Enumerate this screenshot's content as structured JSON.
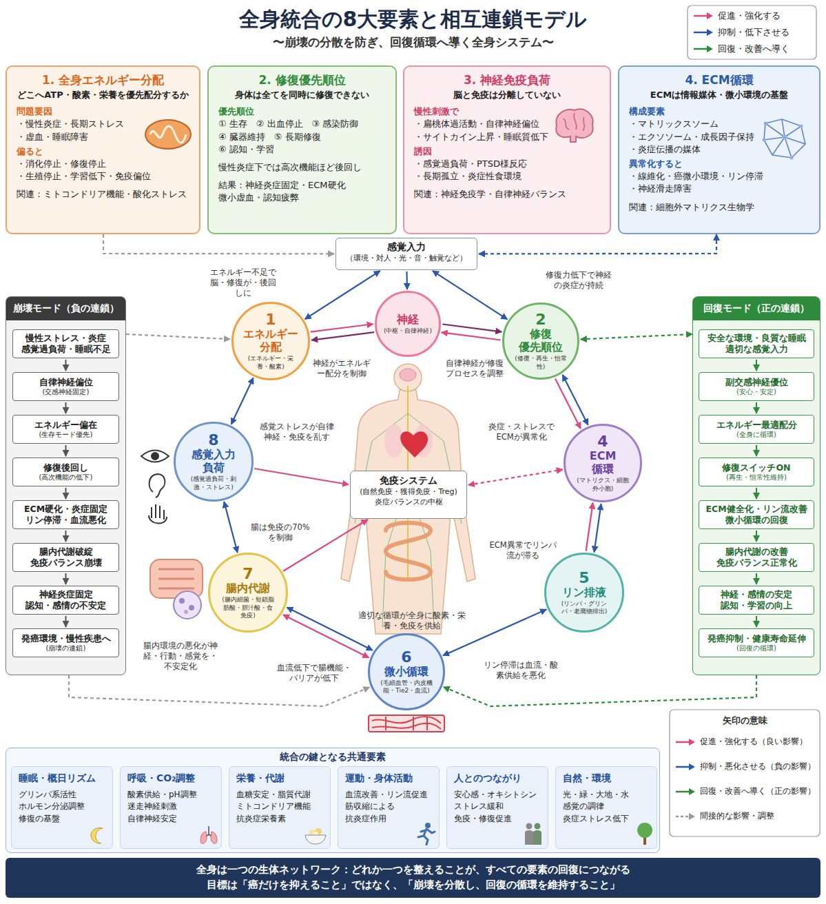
{
  "diagram": {
    "title": "全身統合の8大要素と相互連鎖モデル",
    "caption": "〜崩壊の分散を防ぎ、回復循環へ導く全身システム〜",
    "nodes": [
      {
        "text": [
          "1. 全身エネルギー分配",
          "どこへATP・酸素・栄養を優先配分するか",
          "問題要因",
          "・慢性炎症・長期ストレス",
          "・虚血・睡眠障害",
          "偏ると",
          "・消化停止・修復停止",
          "・生殖停止・学習低下・免疫偏位",
          "関連：ミトコンドリア機能・酸化ストレス"
        ]
      },
      {
        "text": [
          "2. 修復優先順位",
          "身体は全てを同時に修復できない",
          "優先順位",
          "① 生存　② 出血停止　③ 感染防御",
          "④ 臓器維持　⑤ 長期修復",
          "⑥ 認知・学習",
          "慢性炎症下では高次機能ほど後回し",
          "結果：神経炎症固定・ECM硬化 微小虚血・認知疲弊"
        ]
      },
      {
        "text": [
          "3. 神経免疫負荷",
          "脳と免疫は分離していない",
          "慢性刺激で",
          "・扁桃体過活動・自律神経偏位",
          "・サイトカイン上昇・睡眠質低下",
          "誘因",
          "・感覚過負荷・PTSD様反応",
          "・長期孤立・炎症性食環境",
          "関連：神経免疫学・自律神経バランス"
        ]
      },
      {
        "text": [
          "4. ECM循環",
          "ECMは情報媒体・微小環境の基盤",
          "構成要素",
          "・マトリックスソーム",
          "・エクソソーム・成長因子保持",
          "・炎症伝播の媒体",
          "異常化すると",
          "・線維化・癌微小環境・リン停滞",
          "・神経滑走障害",
          "関連：細胞外マトリクス生物学"
        ]
      },
      {
        "text": [
          "感覚入力",
          "（環境・対人・光・音・触覚など）"
        ]
      },
      {
        "text": [
          "1",
          "エネルギー 分配",
          "(エネルギー・栄養・酸素)"
        ]
      },
      {
        "text": [
          "神経",
          "(中枢・自律神経)"
        ]
      },
      {
        "text": [
          "2",
          "修復 優先順位",
          "(修復・再生・恒常性)"
        ]
      },
      {
        "text": [
          "8",
          "感覚入力 負荷",
          "(感覚過負荷・刺激・ストレス)"
        ]
      },
      {
        "text": [
          "免疫システム",
          "(自然免疫・獲得免疫・Treg)",
          "炎症バランスの中枢"
        ]
      },
      {
        "text": [
          "4",
          "ECM 循環",
          "(マトリクス・細胞外小胞)"
        ]
      },
      {
        "text": [
          "7",
          "腸内代謝",
          "(腸内細菌・短鎖脂肪酸・胆汁酸・食免疫)"
        ]
      },
      {
        "text": [
          "5",
          "リン排液",
          "(リンパ・グリンパ・老廃物排出)"
        ]
      },
      {
        "text": [
          "6",
          "微小循環",
          "(毛細血管・内皮機能・Tie2・血流)"
        ]
      },
      {
        "text": [
          "崩壊モード（負の連鎖）"
        ]
      },
      {
        "text": [
          "慢性ストレス・炎症 感覚過負荷・睡眠不足"
        ],
        "in": 14
      },
      {
        "text": [
          "自律神経偏位",
          "(交感神経固定)"
        ],
        "in": 14
      },
      {
        "text": [
          "エネルギー偏在",
          "(生存モード優先)"
        ],
        "in": 14
      },
      {
        "text": [
          "修復後回し",
          "(高次機能の低下)"
        ],
        "in": 14
      },
      {
        "text": [
          "ECM硬化・炎症固定 リン停滞・血流悪化"
        ],
        "in": 14
      },
      {
        "text": [
          "腸内代謝破綻 免疫バランス崩壊"
        ],
        "in": 14
      },
      {
        "text": [
          "神経炎症固定 認知・感情の不安定"
        ],
        "in": 14
      },
      {
        "text": [
          "発癌環境・慢性疾患へ",
          "(崩壊の連鎖)"
        ],
        "in": 14
      },
      {
        "text": [
          "回復モード（正の連鎖）"
        ]
      },
      {
        "text": [
          "安全な環境・良質な睡眠 適切な感覚入力"
        ],
        "in": 23
      },
      {
        "text": [
          "副交感神経優位",
          "(安心・安定)"
        ],
        "in": 23
      },
      {
        "text": [
          "エネルギー最適配分",
          "(全身に循環)"
        ],
        "in": 23
      },
      {
        "text": [
          "修復スイッチON",
          "(再生・恒常性維持)"
        ],
        "in": 23
      },
      {
        "text": [
          "ECM健全化・リン流改善 微小循環の回復"
        ],
        "in": 23
      },
      {
        "text": [
          "腸内代謝の改善 免疫バランス正常化"
        ],
        "in": 23
      },
      {
        "text": [
          "神経・感情の安定 認知・学習の向上"
        ],
        "in": 23
      },
      {
        "text": [
          "発癌抑制・健康寿命延伸",
          "(回復の循環)"
        ],
        "in": 23
      },
      {
        "text": [
          "統合の鍵となる共通要素"
        ]
      },
      {
        "text": [
          "睡眠・概日リズム",
          "グリンパ系活性",
          "ホルモン分泌調整",
          "修復の基盤"
        ],
        "in": 32
      },
      {
        "text": [
          "呼吸・CO₂調整",
          "酸素供給・pH調整",
          "迷走神経刺激",
          "自律神経安定"
        ],
        "in": 32
      },
      {
        "text": [
          "栄養・代謝",
          "血糖安定・脂質代謝",
          "ミトコンドリア機能",
          "抗炎症栄養素"
        ],
        "in": 32
      },
      {
        "text": [
          "運動・身体活動",
          "血流改善・リン流促進",
          "筋収縮による",
          "抗炎症作用"
        ],
        "in": 32
      },
      {
        "text": [
          "人とのつながり",
          "安心感・オキシトシン",
          "ストレス緩和",
          "免疫・修復促進"
        ],
        "in": 32
      },
      {
        "text": [
          "自然・環境",
          "光・緑・大地・水",
          "感覚の調律",
          "炎症ストレス低下"
        ],
        "in": 32
      },
      {
        "text": [
          "全身は一つの生体ネットワーク：どれか一つを整えることが、すべての要素の回復につながる",
          "目標は「癌だけを抑えること」ではなく、「崩壊を分散し、回復の循環を維持すること」"
        ]
      }
    ],
    "edges": [
      {
        "from": 4,
        "to": 5,
        "arrow": "both"
      },
      {
        "from": 4,
        "to": 7,
        "arrow": "both"
      },
      {
        "from": 4,
        "to": 6,
        "arrow": "to"
      },
      {
        "from": 5,
        "to": 6,
        "arrow": "to"
      },
      {
        "from": 6,
        "to": 5,
        "arrow": "to"
      },
      {
        "from": 6,
        "to": 7,
        "arrow": "to"
      },
      {
        "from": 7,
        "to": 6,
        "arrow": "to"
      },
      {
        "from": 5,
        "to": 8,
        "arrow": "both"
      },
      {
        "from": 7,
        "to": 10,
        "arrow": "to"
      },
      {
        "from": 7,
        "to": 10,
        "arrow": "both"
      },
      {
        "from": 10,
        "to": 12,
        "arrow": "both"
      },
      {
        "from": 12,
        "to": 10,
        "arrow": "to"
      },
      {
        "from": 12,
        "to": 13,
        "arrow": "both"
      },
      {
        "from": 11,
        "to": 13,
        "arrow": "both"
      },
      {
        "from": 13,
        "to": 11,
        "arrow": "both"
      },
      {
        "from": 8,
        "to": 11,
        "arrow": "both"
      },
      {
        "from": 8,
        "to": 9,
        "arrow": "to"
      },
      {
        "from": 11,
        "to": 9,
        "arrow": "to"
      },
      {
        "from": 9,
        "to": 10,
        "arrow": "both"
      },
      {
        "from": 0,
        "to": 4,
        "arrow": "to"
      },
      {
        "from": 3,
        "to": 4,
        "arrow": "both"
      },
      {
        "from": 14,
        "to": 5,
        "arrow": "to"
      },
      {
        "from": 7,
        "to": 23,
        "arrow": "both"
      },
      {
        "from": 14,
        "to": 13,
        "arrow": "to"
      },
      {
        "from": 23,
        "to": 13,
        "arrow": "to"
      },
      {
        "from": 15,
        "to": 16,
        "arrow": "to"
      },
      {
        "from": 16,
        "to": 17,
        "arrow": "to"
      },
      {
        "from": 17,
        "to": 18,
        "arrow": "to"
      },
      {
        "from": 18,
        "to": 19,
        "arrow": "to"
      },
      {
        "from": 19,
        "to": 20,
        "arrow": "to"
      },
      {
        "from": 20,
        "to": 21,
        "arrow": "to"
      },
      {
        "from": 21,
        "to": 22,
        "arrow": "to"
      },
      {
        "from": 24,
        "to": 25,
        "arrow": "to"
      },
      {
        "from": 25,
        "to": 26,
        "arrow": "to"
      },
      {
        "from": 26,
        "to": 27,
        "arrow": "to"
      },
      {
        "from": 27,
        "to": 28,
        "arrow": "to"
      },
      {
        "from": 28,
        "to": 29,
        "arrow": "to"
      },
      {
        "from": 29,
        "to": 30,
        "arrow": "to"
      },
      {
        "from": 30,
        "to": 31,
        "arrow": "to"
      }
    ],
    "labels": [
      "エネルギー不足で脳・修復が・後回しに",
      "修復力低下で神経の炎症が持続",
      "神経がエネルギー配分を制御",
      "自律神経が修復プロセスを調整",
      "感覚ストレスが自律神経・免疫を乱す",
      "炎症・ストレスでECMが異常化",
      "腸は免疫の70%を制御",
      "ECM異常でリンパ流が滞る",
      "適切な循環が全身に酸素・栄養・免疫を供給",
      "腸内環境の悪化が神経・行動・感覚を・不安定化",
      "血流低下で腸機能・バリアが低下",
      "リン停滞は血流・酸素供給を悪化",
      "矢印の意味"
    ],
    "legend": [
      {
        "text": "促進・強化する",
        "color": "#e0457f"
      },
      {
        "text": "抑制・低下させる",
        "color": "#2b56b0"
      },
      {
        "text": "回復・改善へ導く",
        "color": "#2e8b3e"
      },
      {
        "text": "促進・強化する（良い影響）",
        "color": "#e0457f"
      },
      {
        "text": "抑制・悪化させる（負の影響）",
        "color": "#2b56b0"
      },
      {
        "text": "回復・改善へ導く（正の影響）",
        "color": "#2e8b3e"
      },
      {
        "text": "間接的な影響・調整",
        "color": "#9a9a9a"
      }
    ]
  }
}
